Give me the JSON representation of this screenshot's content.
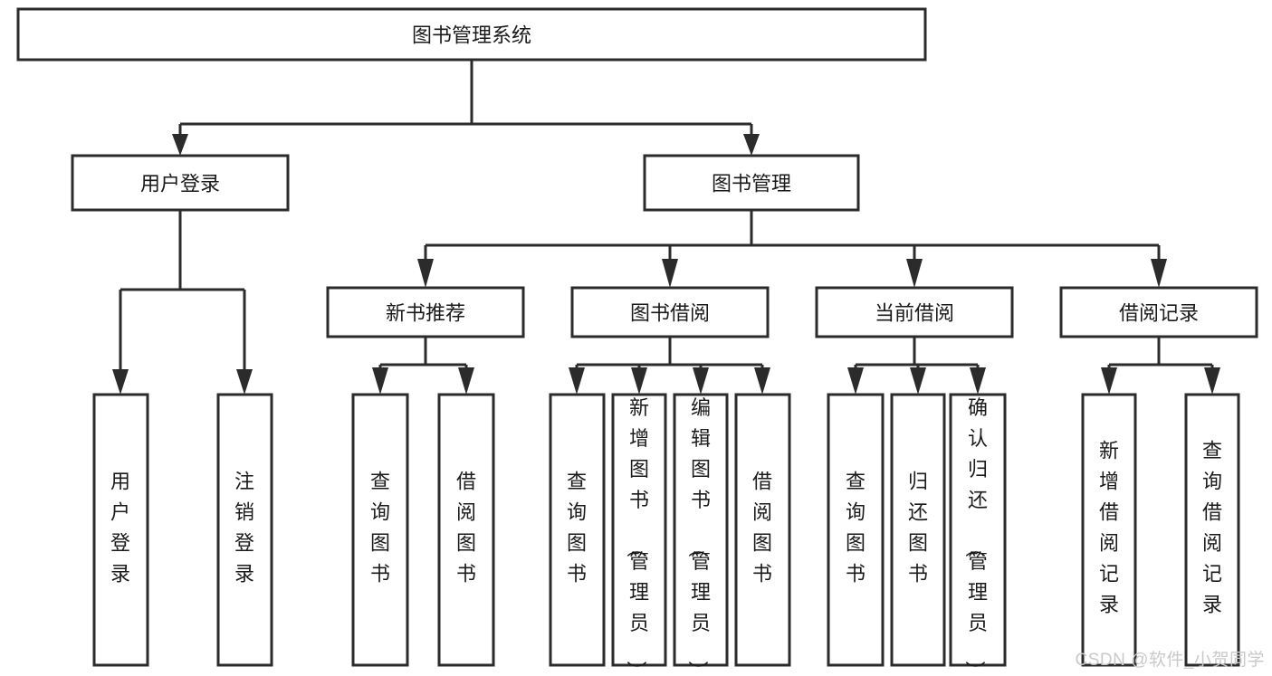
{
  "diagram": {
    "type": "tree",
    "title": "图书管理系统",
    "watermark": "CSDN @软件_小贺同学",
    "root": {
      "id": "root",
      "label": "图书管理系统",
      "orientation": "horizontal"
    },
    "level2": [
      {
        "id": "user-login",
        "label": "用户登录",
        "orientation": "horizontal"
      },
      {
        "id": "book-manage",
        "label": "图书管理",
        "orientation": "horizontal"
      }
    ],
    "level3": [
      {
        "id": "new-book-recommend",
        "label": "新书推荐",
        "orientation": "horizontal",
        "parent": "book-manage"
      },
      {
        "id": "book-borrow",
        "label": "图书借阅",
        "orientation": "horizontal",
        "parent": "book-manage"
      },
      {
        "id": "current-borrow",
        "label": "当前借阅",
        "orientation": "horizontal",
        "parent": "book-manage"
      },
      {
        "id": "borrow-record",
        "label": "借阅记录",
        "orientation": "horizontal",
        "parent": "book-manage"
      }
    ],
    "leaves": [
      {
        "id": "leaf-user-login",
        "label": "用户登录",
        "orientation": "vertical",
        "parent": "user-login",
        "align": "middle"
      },
      {
        "id": "leaf-user-logout",
        "label": "注销登录",
        "orientation": "vertical",
        "parent": "user-login",
        "align": "middle"
      },
      {
        "id": "leaf-query-book-1",
        "label": "查询图书",
        "orientation": "vertical",
        "parent": "new-book-recommend",
        "align": "middle"
      },
      {
        "id": "leaf-borrow-book-1",
        "label": "借阅图书",
        "orientation": "vertical",
        "parent": "new-book-recommend",
        "align": "middle"
      },
      {
        "id": "leaf-query-book-2",
        "label": "查询图书",
        "orientation": "vertical",
        "parent": "book-borrow",
        "align": "middle"
      },
      {
        "id": "leaf-add-book",
        "label": "新增图书（管理员）",
        "orientation": "vertical",
        "parent": "book-borrow",
        "align": "top"
      },
      {
        "id": "leaf-edit-book",
        "label": "编辑图书（管理员）",
        "orientation": "vertical",
        "parent": "book-borrow",
        "align": "top"
      },
      {
        "id": "leaf-borrow-book-2",
        "label": "借阅图书",
        "orientation": "vertical",
        "parent": "book-borrow",
        "align": "middle"
      },
      {
        "id": "leaf-query-book-3",
        "label": "查询图书",
        "orientation": "vertical",
        "parent": "current-borrow",
        "align": "middle"
      },
      {
        "id": "leaf-return-book",
        "label": "归还图书",
        "orientation": "vertical",
        "parent": "current-borrow",
        "align": "middle"
      },
      {
        "id": "leaf-confirm-return",
        "label": "确认归还（管理员）",
        "orientation": "vertical",
        "parent": "current-borrow",
        "align": "top"
      },
      {
        "id": "leaf-add-record",
        "label": "新增借阅记录",
        "orientation": "vertical",
        "parent": "borrow-record",
        "align": "middle"
      },
      {
        "id": "leaf-query-record",
        "label": "查询借阅记录",
        "orientation": "vertical",
        "parent": "borrow-record",
        "align": "middle"
      }
    ],
    "colors": {
      "stroke": "#2b2b2b",
      "fill": "#ffffff",
      "text": "#1a1a1a",
      "watermark": "#c9c9c9",
      "background": "#ffffff"
    }
  }
}
